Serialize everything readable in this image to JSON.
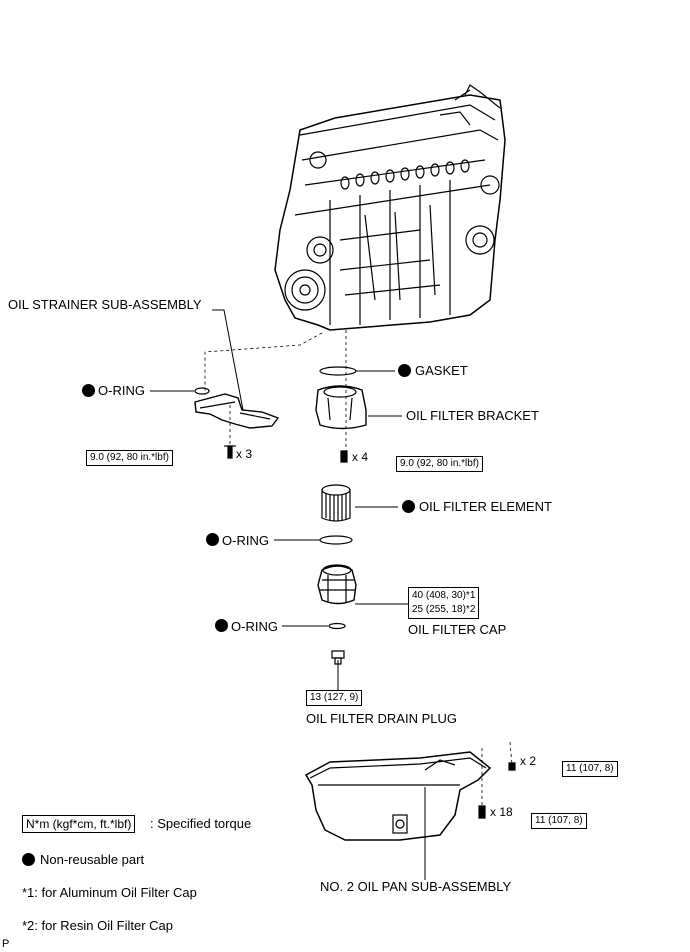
{
  "parts": {
    "oil_strainer": "OIL STRAINER SUB-ASSEMBLY",
    "o_ring_strainer": "O-RING",
    "gasket": "GASKET",
    "oil_filter_bracket": "OIL FILTER BRACKET",
    "oil_filter_element": "OIL FILTER ELEMENT",
    "o_ring_element": "O-RING",
    "o_ring_cap": "O-RING",
    "oil_filter_cap": "OIL FILTER CAP",
    "oil_filter_drain_plug": "OIL FILTER DRAIN PLUG",
    "no2_oil_pan": "NO. 2 OIL PAN SUB-ASSEMBLY"
  },
  "torques": {
    "strainer_bolt": "9.0 (92, 80 in.*lbf)",
    "bracket_bolt": "9.0 (92, 80 in.*lbf)",
    "cap_aluminum": "40 (408, 30)*1",
    "cap_resin": "25 (255, 18)*2",
    "drain_plug": "13 (127, 9)",
    "pan_bolt_a": "11 (107, 8)",
    "pan_bolt_b": "11 (107, 8)"
  },
  "quantities": {
    "strainer_bolts": "x 3",
    "bracket_bolts": "x 4",
    "pan_bolts_a": "x 2",
    "pan_bolts_b": "x 18"
  },
  "legend": {
    "torque_unit": "N*m (kgf*cm, ft.*lbf)",
    "torque_desc": ": Specified torque",
    "non_reusable": "Non-reusable part",
    "note1": "*1: for Aluminum Oil Filter Cap",
    "note2": "*2: for Resin Oil Filter Cap"
  },
  "footer_mark": "P"
}
